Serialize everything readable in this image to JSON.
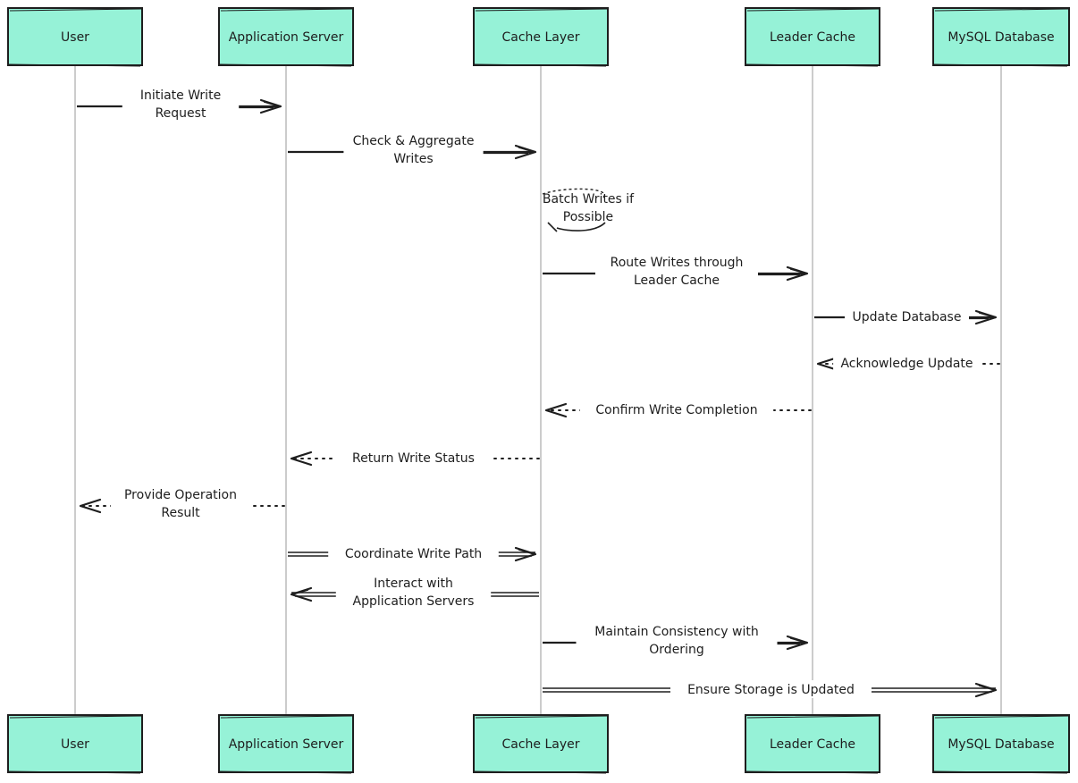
{
  "colors": {
    "actor_fill": "#96f2d7",
    "stroke": "#1e1e1e",
    "lifeline": "#9a9a9a",
    "background": "#ffffff"
  },
  "participants": [
    {
      "id": "user",
      "label": "User"
    },
    {
      "id": "app",
      "label": "Application Server"
    },
    {
      "id": "cache",
      "label": "Cache Layer"
    },
    {
      "id": "leader",
      "label": "Leader Cache"
    },
    {
      "id": "db",
      "label": "MySQL Database"
    }
  ],
  "messages": [
    {
      "from": "user",
      "to": "app",
      "lines": [
        "Initiate Write",
        "Request"
      ],
      "style": "solid"
    },
    {
      "from": "app",
      "to": "cache",
      "lines": [
        "Check & Aggregate",
        "Writes"
      ],
      "style": "solid"
    },
    {
      "from": "cache",
      "to": "cache",
      "lines": [
        "Batch Writes if",
        "Possible"
      ],
      "style": "self"
    },
    {
      "from": "cache",
      "to": "leader",
      "lines": [
        "Route Writes through",
        "Leader Cache"
      ],
      "style": "solid"
    },
    {
      "from": "leader",
      "to": "db",
      "lines": [
        "Update Database"
      ],
      "style": "solid"
    },
    {
      "from": "db",
      "to": "leader",
      "lines": [
        "Acknowledge Update"
      ],
      "style": "dotted"
    },
    {
      "from": "leader",
      "to": "cache",
      "lines": [
        "Confirm Write Completion"
      ],
      "style": "dotted"
    },
    {
      "from": "cache",
      "to": "app",
      "lines": [
        "Return Write Status"
      ],
      "style": "dotted"
    },
    {
      "from": "app",
      "to": "user",
      "lines": [
        "Provide Operation",
        "Result"
      ],
      "style": "dotted"
    },
    {
      "from": "app",
      "to": "cache",
      "lines": [
        "Coordinate Write Path"
      ],
      "style": "double"
    },
    {
      "from": "cache",
      "to": "app",
      "lines": [
        "Interact with",
        "Application Servers"
      ],
      "style": "double"
    },
    {
      "from": "cache",
      "to": "leader",
      "lines": [
        "Maintain Consistency with",
        "Ordering"
      ],
      "style": "solid"
    },
    {
      "from": "cache",
      "to": "db",
      "lines": [
        "Ensure Storage is Updated"
      ],
      "style": "double"
    }
  ]
}
